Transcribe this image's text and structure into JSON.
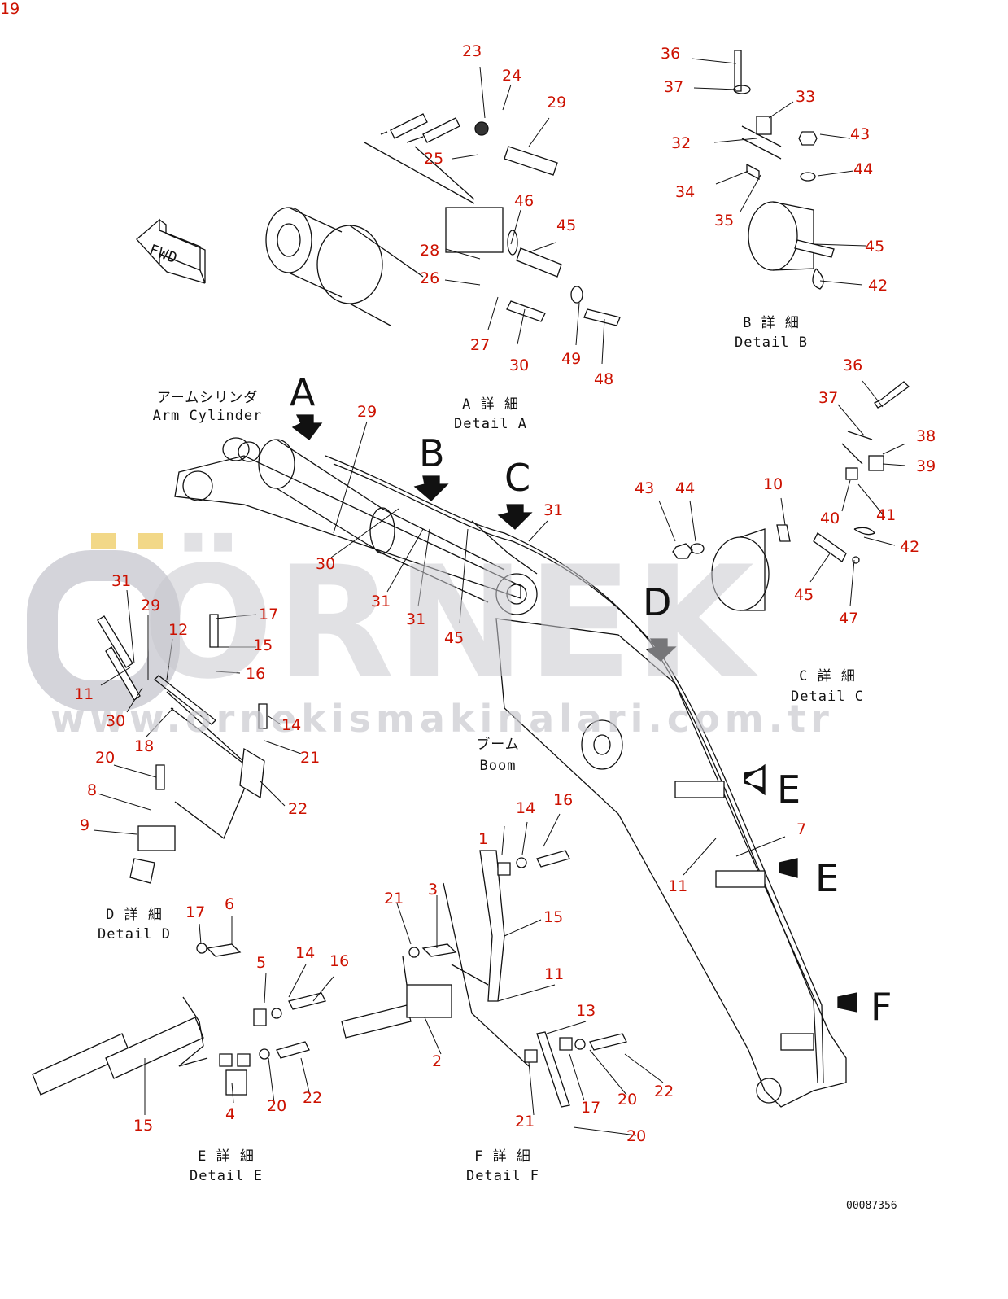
{
  "drawing": {
    "code": "00087356",
    "watermark": {
      "brand": "ÖRNEK",
      "url": "www.ornekismakinalari.com.tr"
    },
    "fwd_label": "FWD",
    "captions": {
      "arm_jp": "アームシリンダ",
      "arm_en": "Arm Cylinder",
      "boom_jp": "ブーム",
      "boom_en": "Boom",
      "a_jp": "A 詳 細",
      "a_en": "Detail A",
      "b_jp": "B 詳 細",
      "b_en": "Detail B",
      "c_jp": "C 詳 細",
      "c_en": "Detail C",
      "d_jp": "D 詳 細",
      "d_en": "Detail D",
      "e_jp": "E 詳 細",
      "e_en": "Detail E",
      "f_jp": "F 詳 細",
      "f_en": "Detail F"
    },
    "view_letters": [
      "A",
      "B",
      "C",
      "D",
      "E",
      "E",
      "F"
    ],
    "part_labels": [
      "23",
      "24",
      "29",
      "25",
      "46",
      "45",
      "28",
      "26",
      "27",
      "30",
      "49",
      "48",
      "36",
      "37",
      "33",
      "32",
      "43",
      "44",
      "34",
      "35",
      "45",
      "42",
      "36",
      "37",
      "38",
      "39",
      "43",
      "44",
      "10",
      "40",
      "41",
      "42",
      "45",
      "47",
      "29",
      "30",
      "31",
      "31",
      "45",
      "31",
      "31",
      "29",
      "12",
      "11",
      "30",
      "18",
      "17",
      "15",
      "16",
      "14",
      "21",
      "22",
      "20",
      "8",
      "9",
      "7",
      "11",
      "17",
      "6",
      "5",
      "14",
      "16",
      "15",
      "4",
      "20",
      "22",
      "21",
      "3",
      "2",
      "1",
      "14",
      "16",
      "15",
      "11",
      "13",
      "17",
      "20",
      "22",
      "21",
      "20",
      "19"
    ]
  }
}
